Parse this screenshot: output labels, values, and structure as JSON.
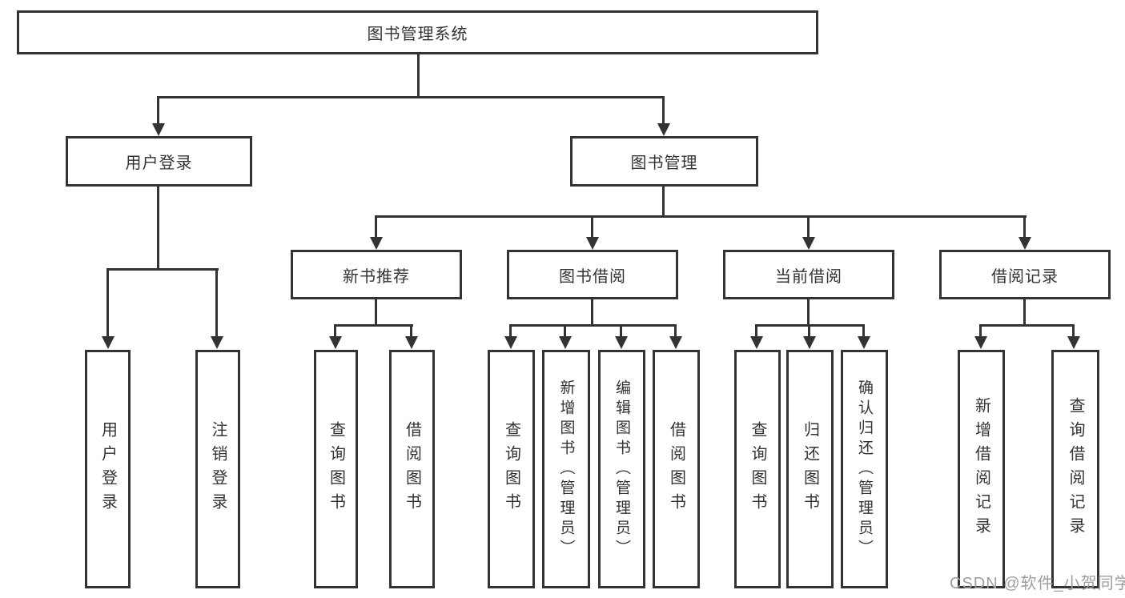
{
  "diagram": {
    "root_label": "图书管理系统",
    "user_login_branch": {
      "label": "用户登录",
      "children": [
        "用户登录",
        "注销登录"
      ]
    },
    "book_management_branch": {
      "label": "图书管理",
      "groups": [
        {
          "label": "新书推荐",
          "children": [
            "查询图书",
            "借阅图书"
          ]
        },
        {
          "label": "图书借阅",
          "children": [
            "查询图书",
            "新增图书（管理员）",
            "编辑图书（管理员）",
            "借阅图书"
          ]
        },
        {
          "label": "当前借阅",
          "children": [
            "查询图书",
            "归还图书",
            "确认归还（管理员）"
          ]
        },
        {
          "label": "借阅记录",
          "children": [
            "新增借阅记录",
            "查询借阅记录"
          ]
        }
      ]
    }
  },
  "watermark": {
    "text": "CSDN @软件_小贺同学"
  },
  "colors": {
    "line": "#333333",
    "text": "#333333",
    "background": "#ffffff",
    "watermark": "#9e9e9e"
  }
}
